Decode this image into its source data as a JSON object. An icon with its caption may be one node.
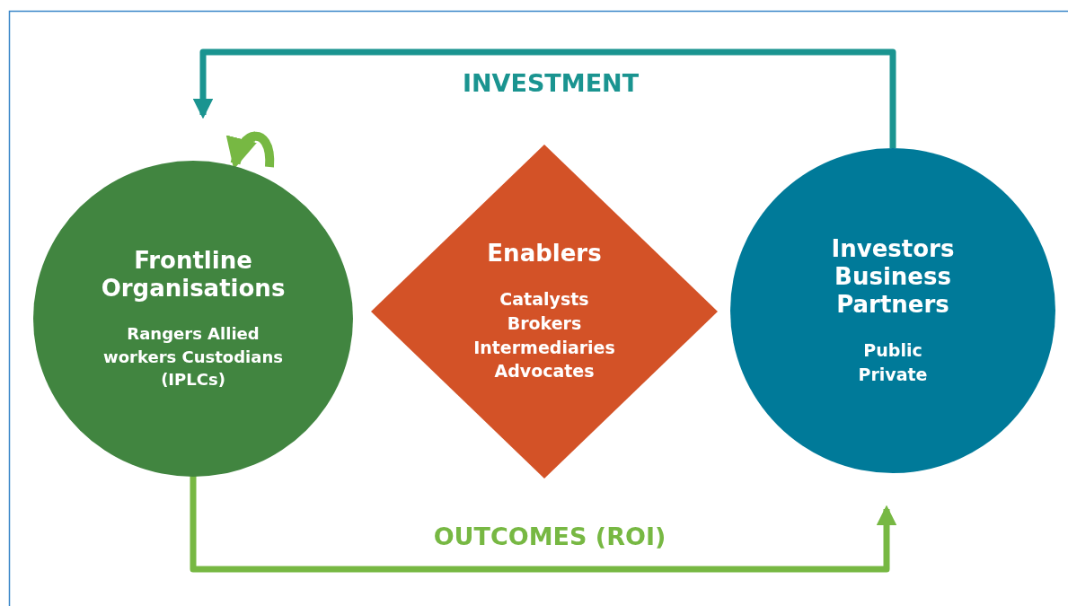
{
  "diagram": {
    "nodes": [
      {
        "text": [
          "Frontline Organisations",
          "Rangers Allied workers Custodians (IPLCs)"
        ]
      },
      {
        "text": [
          "Enablers",
          "Catalysts Brokers Intermediaries Advocates"
        ]
      },
      {
        "text": [
          "Investors Business Partners",
          "Public Private"
        ]
      }
    ],
    "edges": [
      {
        "from": 2,
        "to": 0,
        "arrow": "to",
        "label": "INVESTMENT",
        "color": "#1a9490"
      },
      {
        "from": 0,
        "to": 2,
        "arrow": "to",
        "label": "OUTCOMES (ROI)",
        "color": "#77b843"
      },
      {
        "from": 0,
        "to": 0,
        "arrow": "to",
        "color": "#77b843"
      }
    ]
  }
}
